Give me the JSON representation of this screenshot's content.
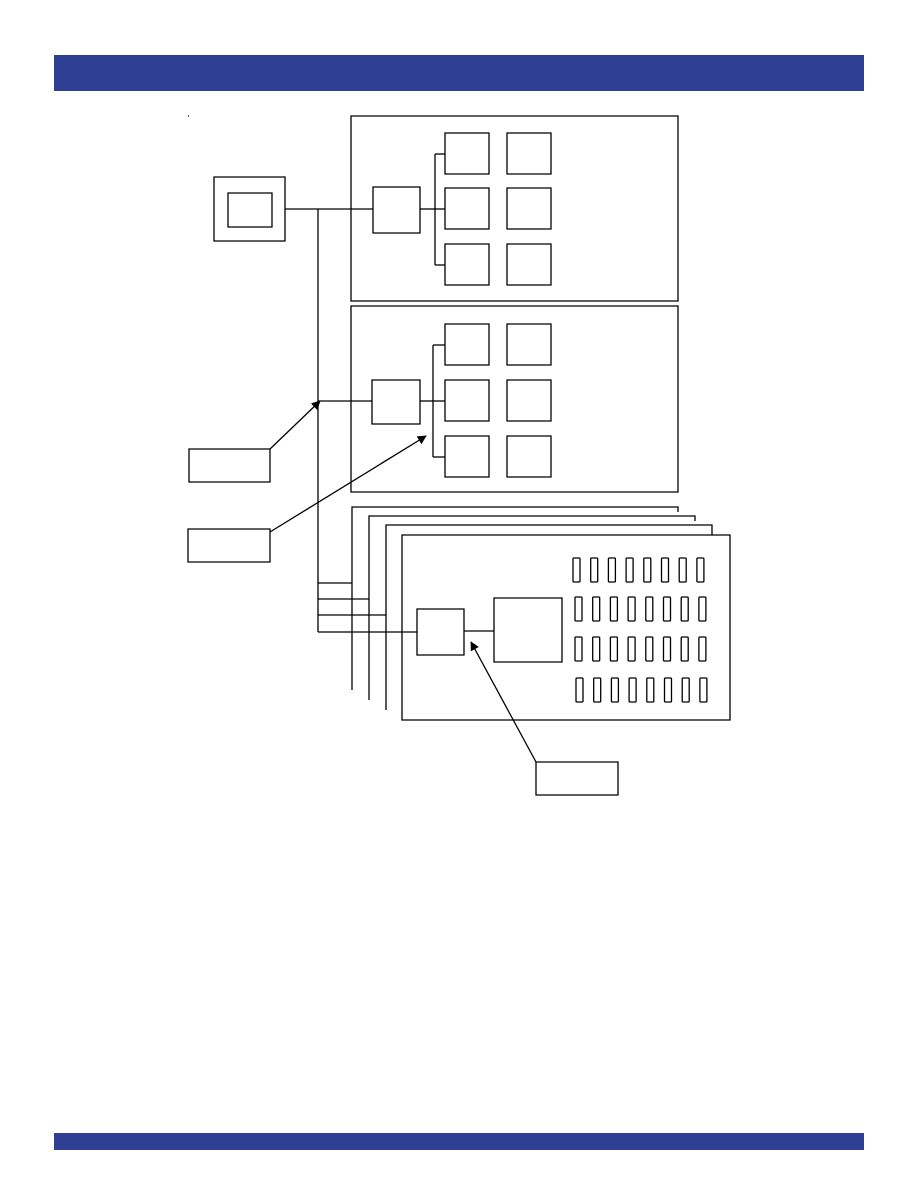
{
  "colors": {
    "header_band": "#2e3f94",
    "footer_band": "#2e3f94",
    "line": "#000000",
    "background": "#ffffff"
  },
  "diagram": {
    "host_boxes": 1,
    "upper_modules": 2,
    "devices_per_upper_module": 6,
    "stacked_cards": 4,
    "cells_per_card_row": 8,
    "cell_rows_per_card": 4,
    "callout_boxes": 3
  }
}
